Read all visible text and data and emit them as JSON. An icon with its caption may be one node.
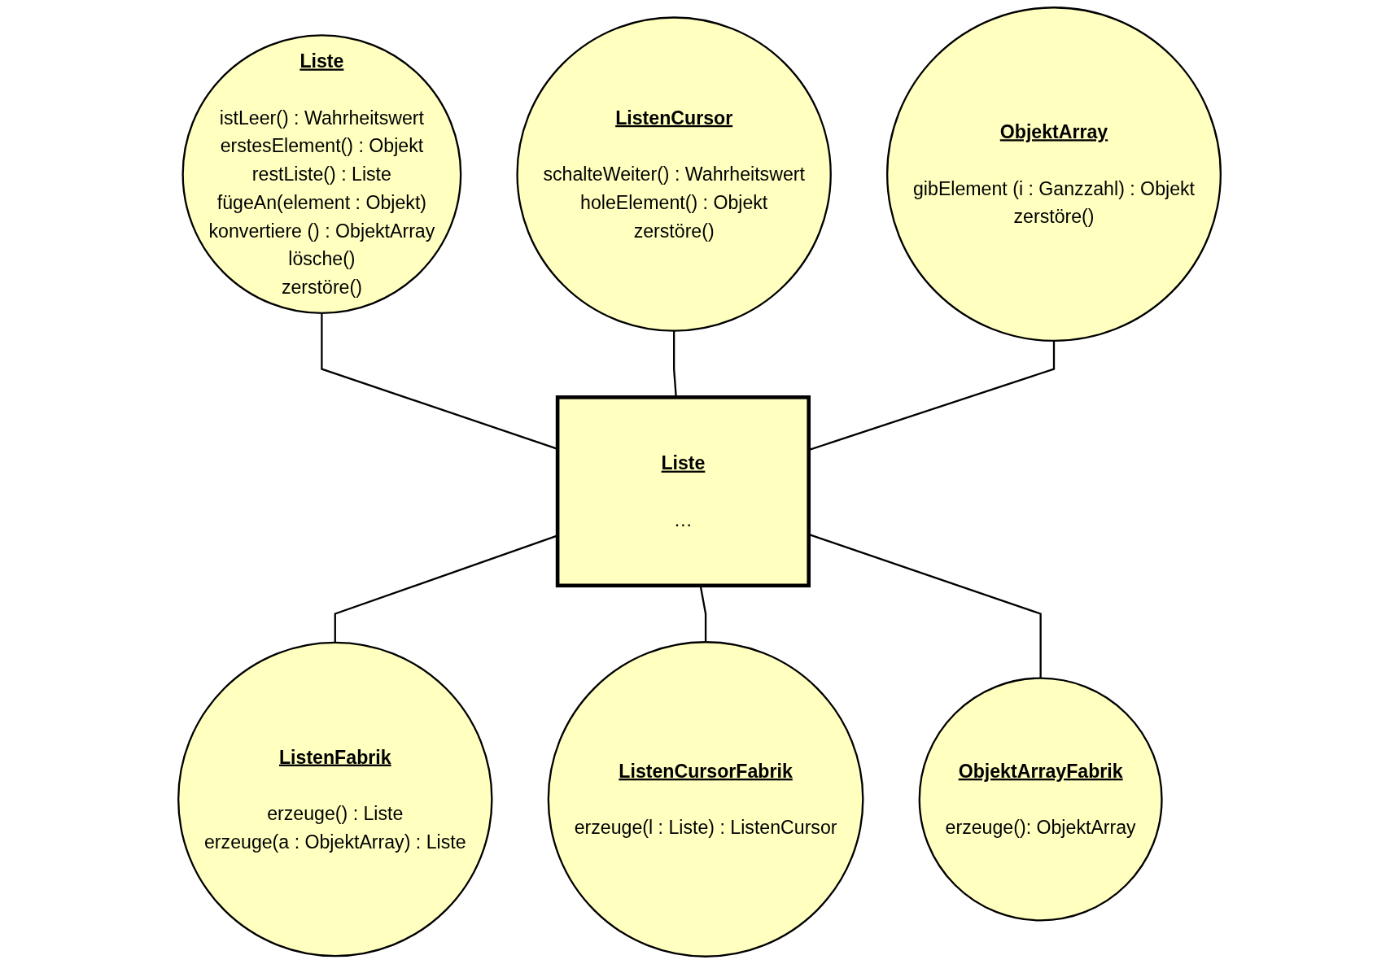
{
  "diagram": {
    "nodes": [
      {
        "text": [
          "Liste",
          "istLeer() : Wahrheitswert",
          "erstesElement() : Objekt",
          "restListe() : Liste",
          "fügeAn(element : Objekt)",
          "konvertiere () : ObjektArray",
          "lösche()",
          "zerstöre()"
        ]
      },
      {
        "text": [
          "ListenCursor",
          "schalteWeiter() : Wahrheitswert",
          "holeElement() : Objekt",
          "zerstöre()"
        ]
      },
      {
        "text": [
          "ObjektArray",
          "gibElement (i : Ganzzahl) : Objekt",
          "zerstöre()"
        ]
      },
      {
        "text": [
          "Liste",
          "…"
        ]
      },
      {
        "text": [
          "ListenFabrik",
          "erzeuge() : Liste",
          "erzeuge(a : ObjektArray) : Liste"
        ]
      },
      {
        "text": [
          "ListenCursorFabrik",
          "erzeuge(l : Liste) : ListenCursor"
        ]
      },
      {
        "text": [
          "ObjektArrayFabrik",
          "erzeuge(): ObjektArray"
        ]
      }
    ],
    "edges": [
      {
        "from": 0,
        "to": 3,
        "arrow": "none"
      },
      {
        "from": 1,
        "to": 3,
        "arrow": "none"
      },
      {
        "from": 2,
        "to": 3,
        "arrow": "none"
      },
      {
        "from": 3,
        "to": 4,
        "arrow": "none"
      },
      {
        "from": 3,
        "to": 5,
        "arrow": "none"
      },
      {
        "from": 3,
        "to": 6,
        "arrow": "none"
      }
    ]
  }
}
